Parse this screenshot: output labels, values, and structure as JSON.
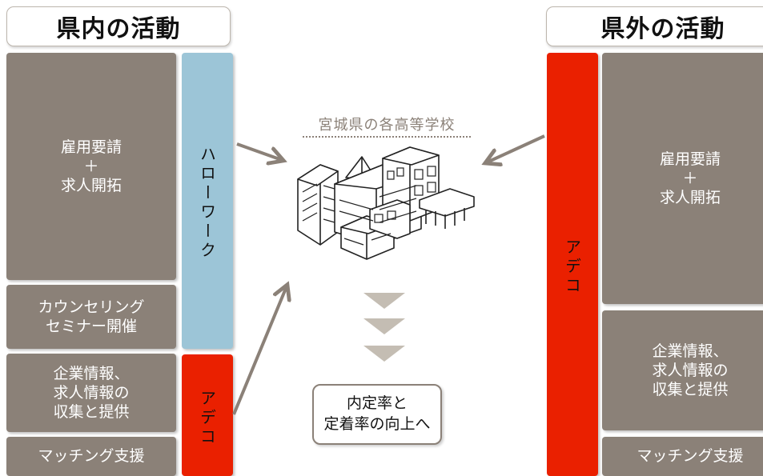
{
  "left": {
    "header": "県内の活動",
    "boxes": [
      "雇用要請\n＋\n求人開拓",
      "カウンセリング\nセミナー開催",
      "企業情報、\n求人情報の\n収集と提供",
      "マッチング支援"
    ],
    "hellowork_label": "ハローワーク",
    "adeco_label": "アデコ"
  },
  "right": {
    "header": "県外の活動",
    "boxes": [
      "雇用要請\n＋\n求人開拓",
      "企業情報、\n求人情報の\n収集と提供",
      "マッチング支援"
    ],
    "adeco_label": "アデコ"
  },
  "center": {
    "school_title": "宮城県の各高等学校",
    "result": "内定率と\n定着率の向上へ"
  },
  "colors": {
    "box": "#8b8178",
    "hellowork": "#9cc5d7",
    "adeco": "#ea2000",
    "arrow": "#8b8178",
    "triangle": "#c4bdb3"
  }
}
